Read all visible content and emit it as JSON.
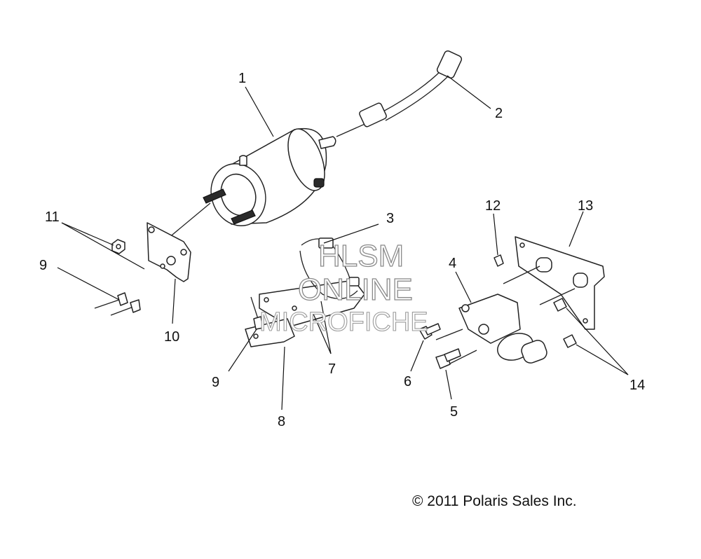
{
  "callouts": {
    "c1": "1",
    "c2": "2",
    "c3": "3",
    "c4": "4",
    "c5": "5",
    "c6": "6",
    "c7": "7",
    "c8": "8",
    "c9a": "9",
    "c9b": "9",
    "c10": "10",
    "c11": "11",
    "c12": "12",
    "c13": "13",
    "c14": "14"
  },
  "watermark": {
    "line1": "HLSM",
    "line2": "ONLINE",
    "line3": "MICROFICHE"
  },
  "copyright": "© 2011 Polaris Sales Inc."
}
